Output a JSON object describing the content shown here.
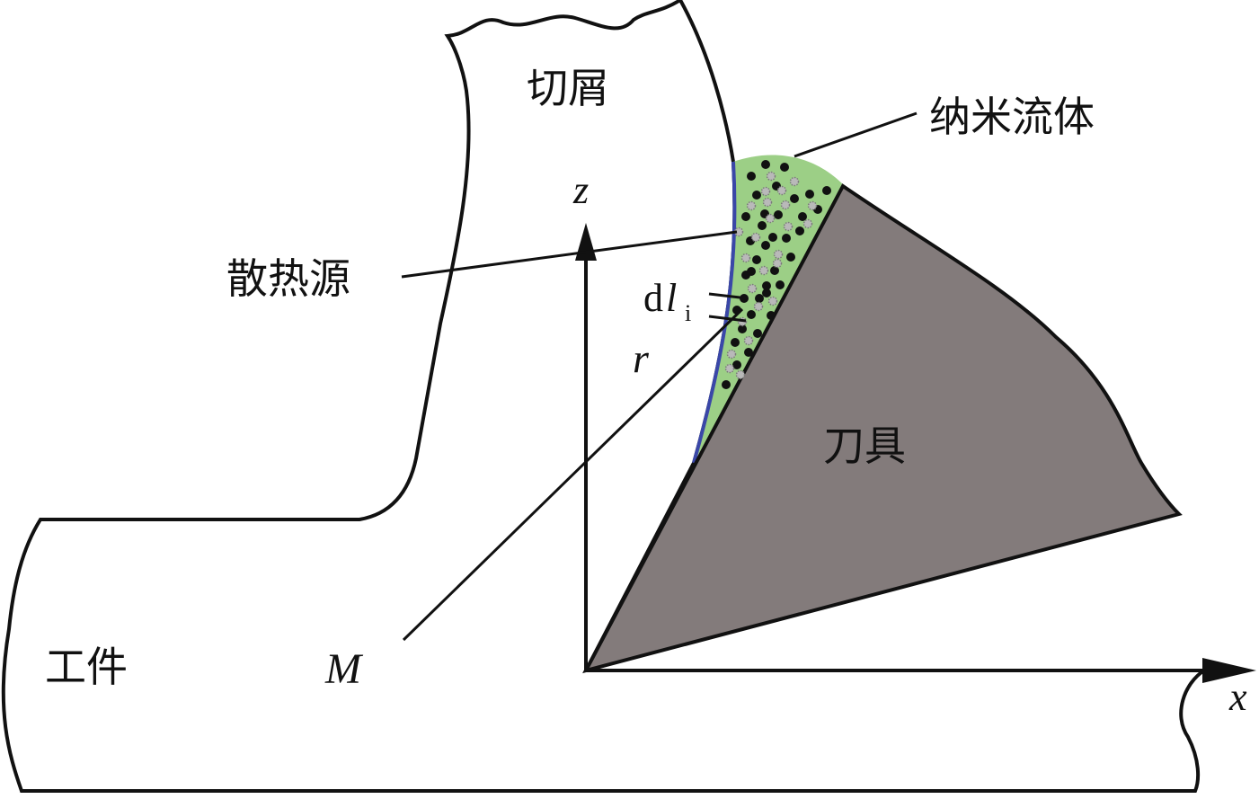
{
  "labels": {
    "chip": "切屑",
    "nanofluid": "纳米流体",
    "heat_source": "散热源",
    "tool": "刀具",
    "workpiece": "工件",
    "axis_z": "z",
    "axis_x": "x",
    "point_m": "M",
    "radius_r": "r",
    "dl_d": "d",
    "dl_l": "l",
    "dl_sub": "i"
  },
  "colors": {
    "nanofluid_fill": "#9ccf86",
    "tool_fill": "#837b7b",
    "heat_source_line": "#3a47a8",
    "outline": "#111111"
  }
}
